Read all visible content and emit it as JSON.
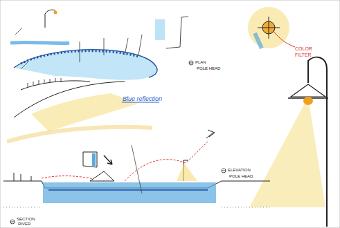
{
  "diagram": {
    "labels": [
      "Blue reflection",
      "PLAN",
      "POLE HEAD",
      "COLOR FILTER",
      "ELEVATION",
      "POLE HEAD.",
      "SECTION",
      "RIVER"
    ]
  }
}
